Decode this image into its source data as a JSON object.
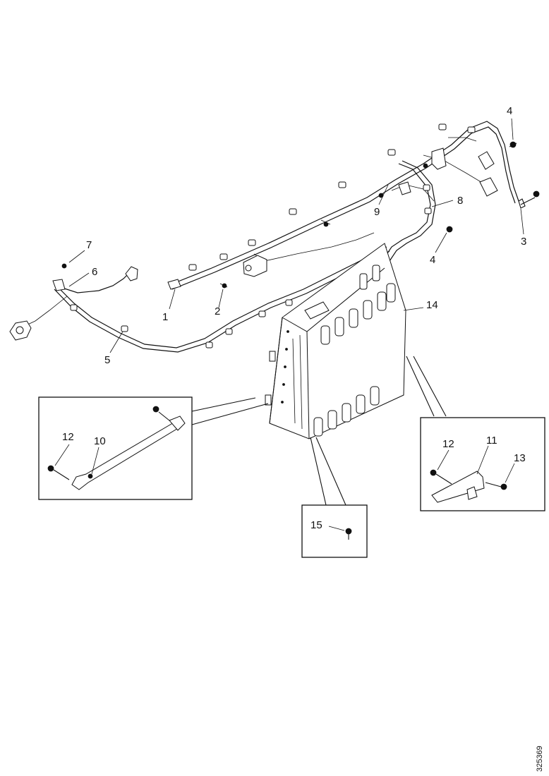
{
  "callouts": [
    "1",
    "2",
    "3",
    "4",
    "4",
    "5",
    "6",
    "7",
    "8",
    "9",
    "10",
    "11",
    "12",
    "12",
    "13",
    "14",
    "15"
  ],
  "reference_number": "325369"
}
